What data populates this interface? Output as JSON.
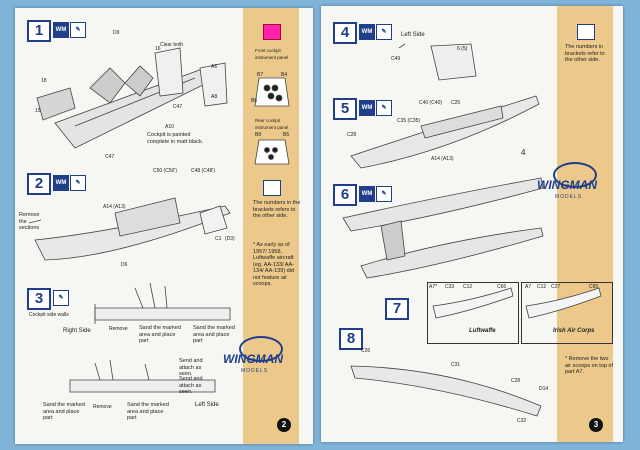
{
  "left_page": {
    "page_number": "2",
    "step1": {
      "number": "1",
      "badge_wm": "WM",
      "labels": {
        "d9": "D9",
        "a6": "A6",
        "a8": "A8",
        "c47a": "C47",
        "c47b": "C47",
        "a10": "A10",
        "clear_both": "Clear both",
        "b18": "18",
        "b16": "16",
        "b15": "15"
      },
      "note": "Cockpit is painted complete in matt black."
    },
    "step2": {
      "number": "2",
      "badge_wm": "WM",
      "labels": {
        "c50": "C50 (C50')",
        "c48": "C48 (C48')",
        "a14": "A14 (A13)",
        "d6": "D6",
        "c1": "C1",
        "d3": "(D3)"
      },
      "remove_note": "Remove the sections"
    },
    "step3": {
      "number": "3",
      "cockpit_walls": "Cockpit side walls",
      "right_side": "Right Side",
      "left_side": "Left Side",
      "remove": "Remove",
      "sand_marked": "Sand the marked area and place part",
      "send_attach": "Send and attach as seen."
    },
    "sidebar": {
      "front_panel": "Front cockpit instrument panel",
      "b7": "B7",
      "b4": "B4",
      "b6": "B6",
      "rear_panel": "Rear cockpit instrument panel",
      "b8": "B8",
      "b5": "B5",
      "brackets_note": "The numbers in the brackets refers to the other side.",
      "asterisk_note": "* As early as of 1957/ 1958, Luftwaffe aircraft (eg. AA-133/ AA-134/ AA-139) did not feature air scoops."
    },
    "logo": {
      "word": "WINGMAN",
      "sub": "MODELS"
    }
  },
  "right_page": {
    "page_number": "3",
    "step4": {
      "number": "4",
      "badge_wm": "WM",
      "left_side": "Left Side",
      "c49": "C49",
      "c6": "6 (5)"
    },
    "step5": {
      "number": "5",
      "badge_wm": "WM",
      "c40": "C40 (C40)",
      "c25": "C25",
      "c35": "C35 (C35)",
      "c28": "C28",
      "a14": "A14 (A13)",
      "ref4": "4"
    },
    "step6": {
      "number": "6",
      "badge_wm": "WM"
    },
    "step7": {
      "number": "7",
      "luftwaffe": {
        "caption": "Luftwaffe",
        "a7": "A7*",
        "c33": "C33",
        "c12": "C12",
        "c66": "C66"
      },
      "irish": {
        "caption": "Irish Air Corps",
        "a7": "A7",
        "c12": "C12",
        "c27": "C27",
        "c65": "C65"
      }
    },
    "step8": {
      "number": "8",
      "c26": "C26",
      "c31": "C31",
      "c28": "C28",
      "d14": "D14",
      "c32": "C32"
    },
    "sidebar": {
      "brackets_note": "The numbers in brackets refer to the other side.",
      "remove_note": "* Remove the two air scoops on top of part A7."
    },
    "logo": {
      "word": "WINGMAN",
      "sub": "MODELS"
    }
  }
}
